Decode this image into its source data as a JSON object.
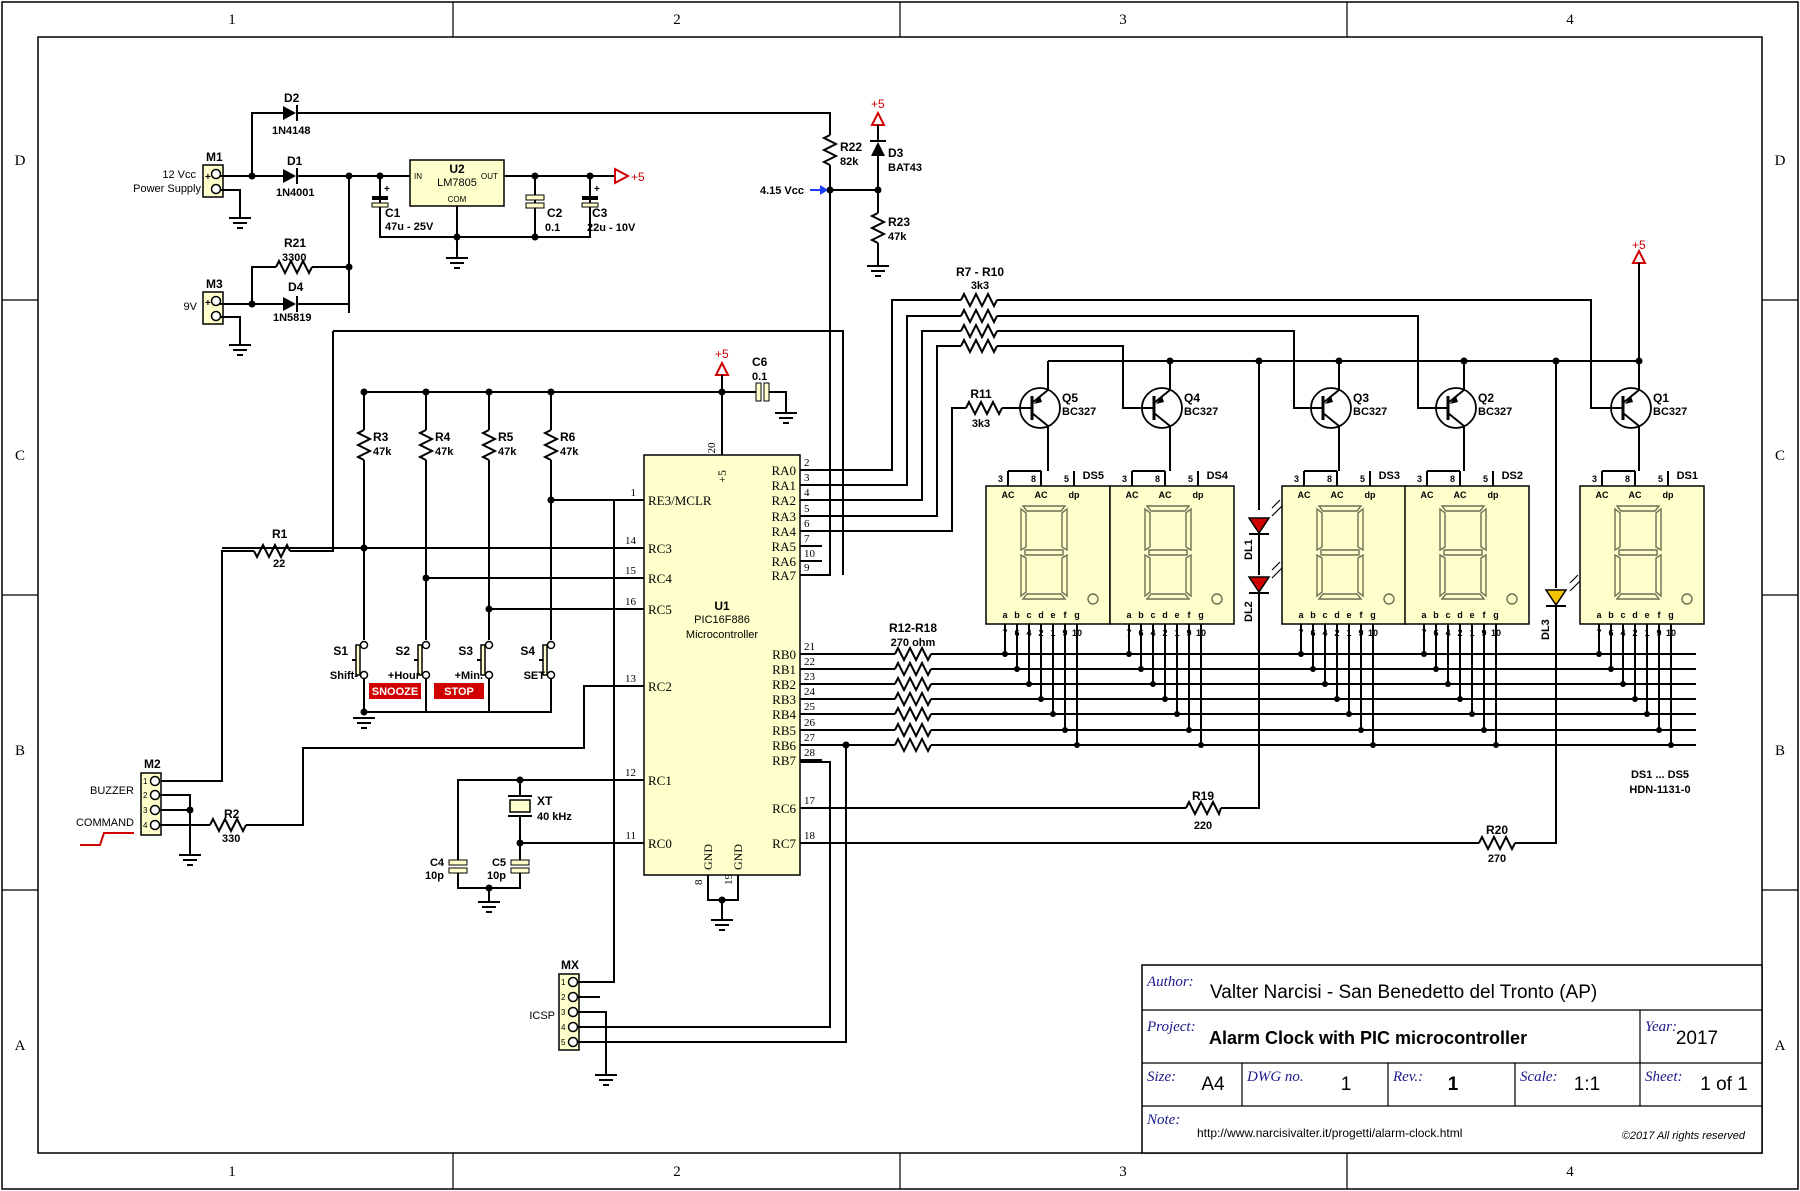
{
  "frame": {
    "cols": [
      "1",
      "2",
      "3",
      "4"
    ],
    "rows": [
      "D",
      "C",
      "B",
      "A"
    ]
  },
  "power": {
    "m1_ref": "M1",
    "m1_label1": "12 Vcc",
    "m1_label2": "Power Supply",
    "m3_ref": "M3",
    "m3_label": "9V",
    "d2_ref": "D2",
    "d2_val": "1N4148",
    "d1_ref": "D1",
    "d1_val": "1N4001",
    "r21_ref": "R21",
    "r21_val": "3300",
    "d4_ref": "D4",
    "d4_val": "1N5819",
    "u2_ref": "U2",
    "u2_val": "LM7805",
    "u2_in": "IN",
    "u2_out": "OUT",
    "u2_com": "COM",
    "c1_ref": "C1",
    "c1_val": "47u - 25V",
    "c2_ref": "C2",
    "c2_val": "0.1",
    "c3_ref": "C3",
    "c3_val": "22u - 10V",
    "plus5": "+5",
    "r22_ref": "R22",
    "r22_val": "82k",
    "d3_ref": "D3",
    "d3_val": "BAT43",
    "r23_ref": "R23",
    "r23_val": "47k",
    "vref_label": "4.15 Vcc",
    "pin_plus": "+"
  },
  "mcu": {
    "ref": "U1",
    "name": "PIC16F886",
    "desc": "Microcontroller",
    "vdd_pin": "20",
    "vdd_label": "+5",
    "gnd_label": "GND",
    "gnd_pin1": "8",
    "gnd_pin2": "19",
    "left_pins": [
      {
        "num": "1",
        "name": "RE3/MCLR"
      },
      {
        "num": "14",
        "name": "RC3"
      },
      {
        "num": "15",
        "name": "RC4"
      },
      {
        "num": "16",
        "name": "RC5"
      },
      {
        "num": "13",
        "name": "RC2"
      },
      {
        "num": "12",
        "name": "RC1"
      },
      {
        "num": "11",
        "name": "RC0"
      }
    ],
    "right_pins": [
      {
        "num": "2",
        "name": "RA0"
      },
      {
        "num": "3",
        "name": "RA1"
      },
      {
        "num": "4",
        "name": "RA2"
      },
      {
        "num": "5",
        "name": "RA3"
      },
      {
        "num": "6",
        "name": "RA4"
      },
      {
        "num": "7",
        "name": "RA5"
      },
      {
        "num": "10",
        "name": "RA6"
      },
      {
        "num": "9",
        "name": "RA7"
      },
      {
        "num": "21",
        "name": "RB0"
      },
      {
        "num": "22",
        "name": "RB1"
      },
      {
        "num": "23",
        "name": "RB2"
      },
      {
        "num": "24",
        "name": "RB3"
      },
      {
        "num": "25",
        "name": "RB4"
      },
      {
        "num": "26",
        "name": "RB5"
      },
      {
        "num": "27",
        "name": "RB6"
      },
      {
        "num": "28",
        "name": "RB7"
      },
      {
        "num": "17",
        "name": "RC6"
      },
      {
        "num": "18",
        "name": "RC7"
      }
    ]
  },
  "inputs": {
    "c6_ref": "C6",
    "c6_val": "0.1",
    "resistors": [
      {
        "ref": "R3",
        "val": "47k"
      },
      {
        "ref": "R4",
        "val": "47k"
      },
      {
        "ref": "R5",
        "val": "47k"
      },
      {
        "ref": "R6",
        "val": "47k"
      }
    ],
    "switches": [
      {
        "ref": "S1",
        "label": "Shift-"
      },
      {
        "ref": "S2",
        "label": "+Hour"
      },
      {
        "ref": "S3",
        "label": "+Min."
      },
      {
        "ref": "S4",
        "label": "SET"
      }
    ],
    "snooze": "SNOOZE",
    "stop": "STOP",
    "r1_ref": "R1",
    "r1_val": "22",
    "r2_ref": "R2",
    "r2_val": "330",
    "m2_ref": "M2",
    "buzzer": "BUZZER",
    "command": "COMMAND",
    "m2_pins": [
      "1",
      "2",
      "3",
      "4"
    ],
    "xt_ref": "XT",
    "xt_val": "40 kHz",
    "c4_ref": "C4",
    "c4_val": "10p",
    "c5_ref": "C5",
    "c5_val": "10p",
    "mx_ref": "MX",
    "icsp": "ICSP",
    "mx_pins": [
      "1",
      "2",
      "3",
      "4",
      "5"
    ]
  },
  "display": {
    "r7_ref": "R7 - R10",
    "r7_val": "3k3",
    "r11_ref": "R11",
    "r11_val": "3k3",
    "r12_ref": "R12-R18",
    "r12_val": "270 ohm",
    "transistors": [
      {
        "ref": "Q5",
        "val": "BC327"
      },
      {
        "ref": "Q4",
        "val": "BC327"
      },
      {
        "ref": "Q3",
        "val": "BC327"
      },
      {
        "ref": "Q2",
        "val": "BC327"
      },
      {
        "ref": "Q1",
        "val": "BC327"
      }
    ],
    "digits": [
      "DS5",
      "DS4",
      "DS3",
      "DS2",
      "DS1"
    ],
    "top_pins": [
      "3",
      "8",
      "5"
    ],
    "top_labels": [
      "AC",
      "AC",
      "dp"
    ],
    "seg_labels": [
      "a",
      "b",
      "c",
      "d",
      "e",
      "f",
      "g"
    ],
    "bottom_pins": [
      "7",
      "6",
      "4",
      "2",
      "1",
      "9",
      "10"
    ],
    "dl1": "DL1",
    "dl2": "DL2",
    "dl3": "DL3",
    "r19_ref": "R19",
    "r19_val": "220",
    "r20_ref": "R20",
    "r20_val": "270",
    "ds_note1": "DS1 ... DS5",
    "ds_note2": "HDN-1131-0"
  },
  "title_block": {
    "author_label": "Author:",
    "author": "Valter Narcisi - San Benedetto del Tronto (AP)",
    "project_label": "Project:",
    "project": "Alarm Clock with PIC microcontroller",
    "year_label": "Year:",
    "year": "2017",
    "size_label": "Size:",
    "size": "A4",
    "dwg_label": "DWG no.",
    "dwg": "1",
    "rev_label": "Rev.:",
    "rev": "1",
    "scale_label": "Scale:",
    "scale": "1:1",
    "sheet_label": "Sheet:",
    "sheet": "1 of 1",
    "note_label": "Note:",
    "note": "http://www.narcisivalter.it/progetti/alarm-clock.html",
    "copyright": "©2017 All rights reserved"
  },
  "colors": {
    "part_fill": "#ffffcc",
    "power_red": "#d00000",
    "arrow_blue": "#1a3cff",
    "label_red_bg": "#d00000"
  }
}
